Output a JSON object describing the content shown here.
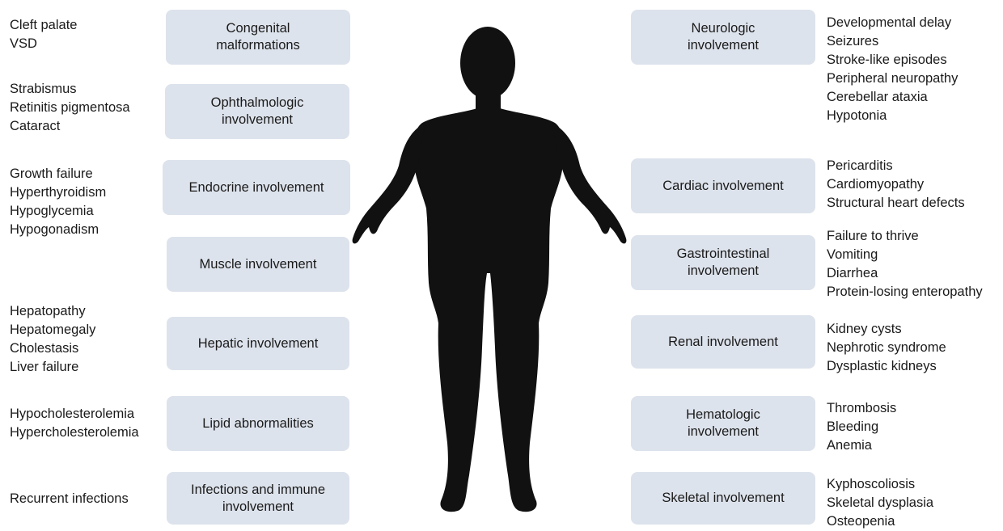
{
  "left": [
    {
      "category": "Congenital\nmalformations",
      "items": [
        "Cleft palate",
        "VSD"
      ]
    },
    {
      "category": "Ophthalmologic\ninvolvement",
      "items": [
        "Strabismus",
        "Retinitis pigmentosa",
        "Cataract"
      ]
    },
    {
      "category": "Endocrine involvement",
      "items": [
        "Growth failure",
        "Hyperthyroidism",
        "Hypoglycemia",
        "Hypogonadism"
      ]
    },
    {
      "category": "Muscle involvement",
      "items": []
    },
    {
      "category": "Hepatic involvement",
      "items": [
        "Hepatopathy",
        "Hepatomegaly",
        "Cholestasis",
        "Liver failure"
      ]
    },
    {
      "category": "Lipid abnormalities",
      "items": [
        "Hypocholesterolemia",
        "Hypercholesterolemia"
      ]
    },
    {
      "category": "Infections and immune\ninvolvement",
      "items": [
        "Recurrent infections"
      ]
    }
  ],
  "right": [
    {
      "category": "Neurologic\ninvolvement",
      "items": [
        "Developmental delay",
        "Seizures",
        "Stroke-like episodes",
        "Peripheral neuropathy",
        "Cerebellar ataxia",
        "Hypotonia"
      ]
    },
    {
      "category": "Cardiac involvement",
      "items": [
        "Pericarditis",
        "Cardiomyopathy",
        "Structural heart defects"
      ]
    },
    {
      "category": "Gastrointestinal\ninvolvement",
      "items": [
        "Failure to thrive",
        "Vomiting",
        "Diarrhea",
        "Protein-losing enteropathy"
      ]
    },
    {
      "category": "Renal involvement",
      "items": [
        "Kidney cysts",
        "Nephrotic syndrome",
        "Dysplastic kidneys"
      ]
    },
    {
      "category": "Hematologic\ninvolvement",
      "items": [
        "Thrombosis",
        "Bleeding",
        "Anemia"
      ]
    },
    {
      "category": "Skeletal involvement",
      "items": [
        "Kyphoscoliosis",
        "Skeletal dysplasia",
        "Osteopenia"
      ]
    }
  ],
  "colors": {
    "box_fill": "#dde3ec",
    "silhouette": "#111111",
    "text": "#1a1a1a"
  }
}
